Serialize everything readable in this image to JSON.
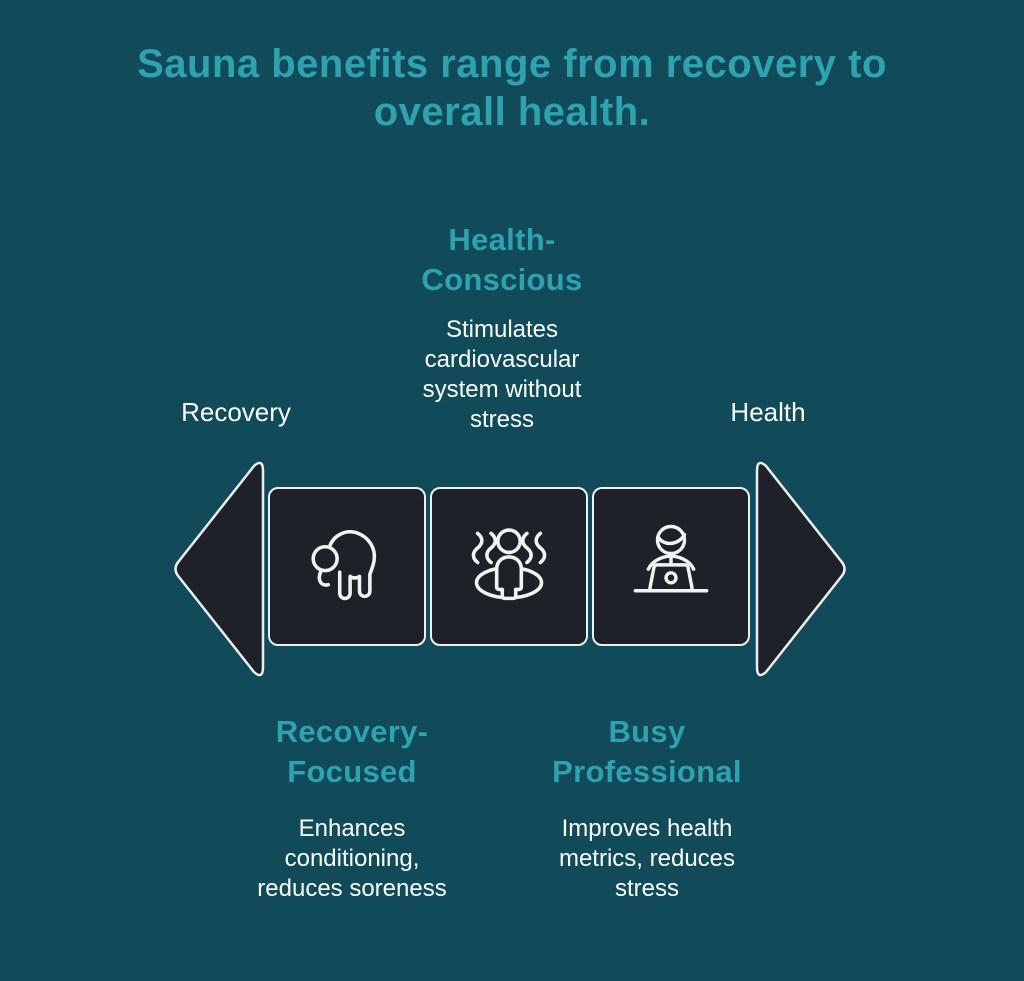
{
  "page": {
    "title": "Sauna benefits range from recovery to\noverall health."
  },
  "colors": {
    "background": "#114B59",
    "accent_teal": "#2FA2AF",
    "text_white": "#FAFDFD",
    "shape_fill": "#1E2127",
    "shape_outline": "#EAF0F2"
  },
  "spectrum": {
    "left_label": "Recovery",
    "right_label": "Health"
  },
  "sections": {
    "health_conscious": {
      "title": "Health-\nConscious",
      "body": "Stimulates\ncardiovascular\nsystem without\nstress"
    },
    "recovery_focused": {
      "title": "Recovery-\nFocused",
      "body": "Enhances\nconditioning,\nreduces soreness"
    },
    "busy_professional": {
      "title": "Busy\nProfessional",
      "body": "Improves health\nmetrics, reduces\nstress"
    }
  },
  "icons": {
    "box_1": "stretching-person-icon",
    "box_2": "sauna-person-icon",
    "box_3": "laptop-person-icon"
  }
}
